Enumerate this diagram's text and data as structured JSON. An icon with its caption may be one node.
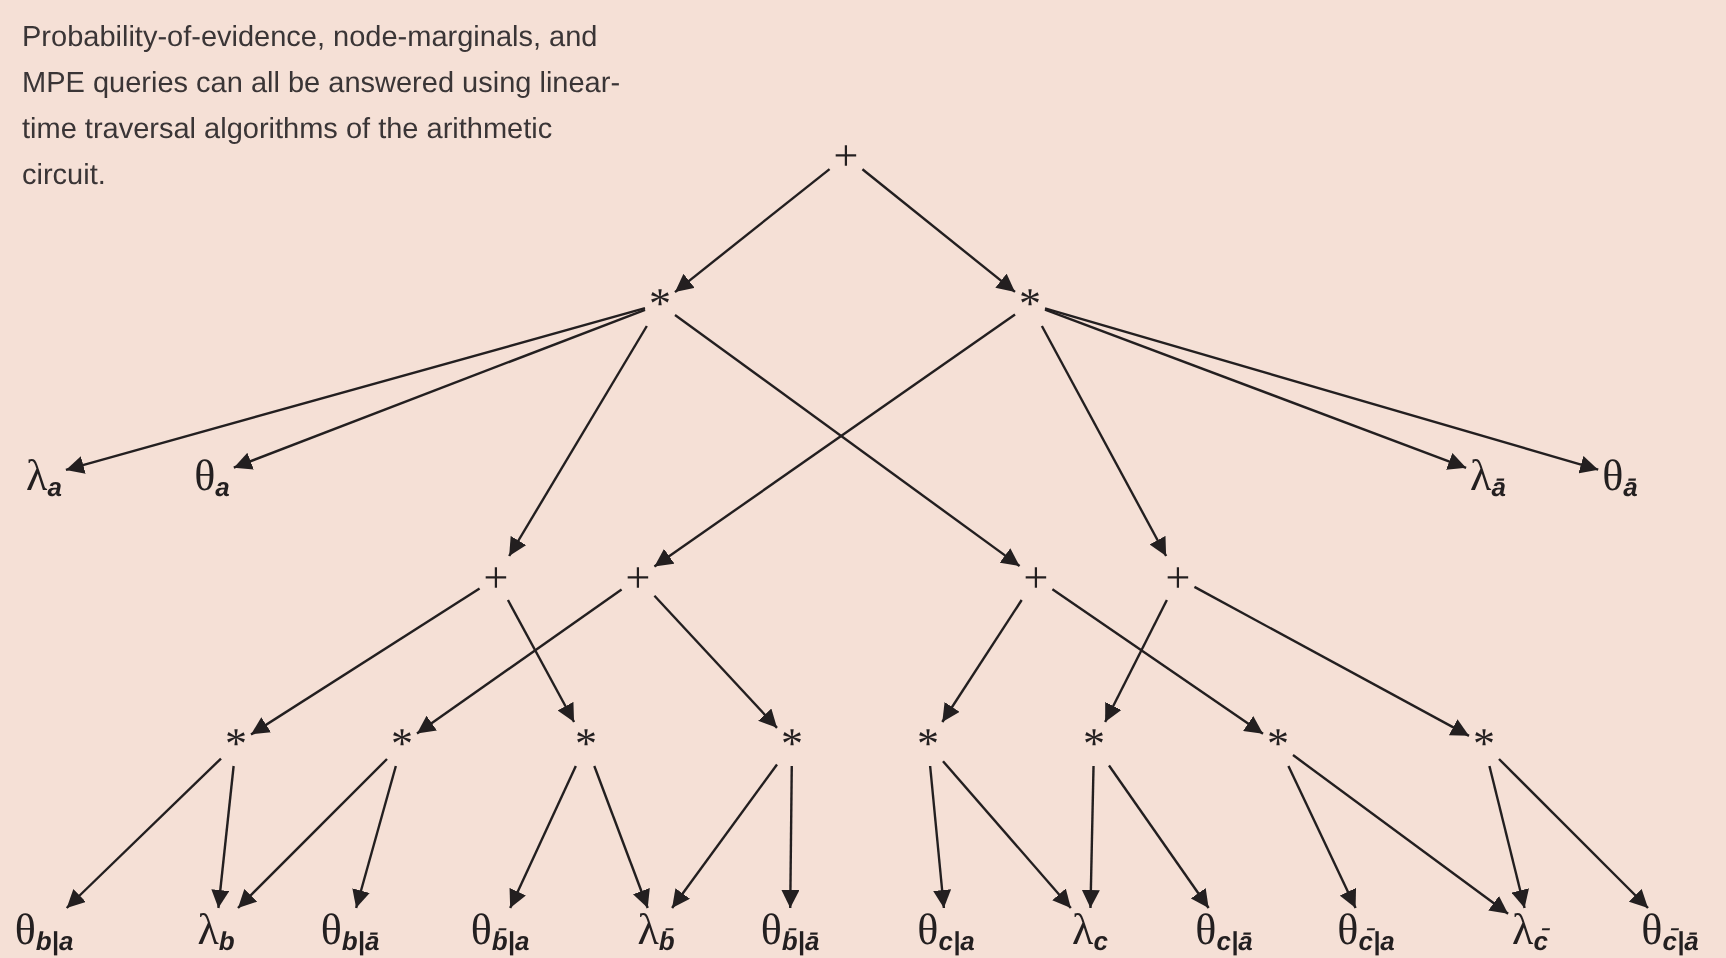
{
  "diagram": {
    "nodes": [
      {
        "text": [
          "+"
        ]
      },
      {
        "text": [
          "*"
        ]
      },
      {
        "text": [
          "*"
        ]
      },
      {
        "text": [
          "λ$_{a}$"
        ]
      },
      {
        "text": [
          "θ$_{a}$"
        ]
      },
      {
        "text": [
          "λ$_{ā}$"
        ]
      },
      {
        "text": [
          "θ$_{ā}$"
        ]
      },
      {
        "text": [
          "+"
        ]
      },
      {
        "text": [
          "+"
        ]
      },
      {
        "text": [
          "+"
        ]
      },
      {
        "text": [
          "+"
        ]
      },
      {
        "text": [
          "*"
        ]
      },
      {
        "text": [
          "*"
        ]
      },
      {
        "text": [
          "*"
        ]
      },
      {
        "text": [
          "*"
        ]
      },
      {
        "text": [
          "*"
        ]
      },
      {
        "text": [
          "*"
        ]
      },
      {
        "text": [
          "*"
        ]
      },
      {
        "text": [
          "*"
        ]
      },
      {
        "text": [
          "θ$_{b|a}$"
        ]
      },
      {
        "text": [
          "λ$_{b}$"
        ]
      },
      {
        "text": [
          "θ$_{b|ā}$"
        ]
      },
      {
        "text": [
          "θ$_{b̄|a}$"
        ]
      },
      {
        "text": [
          "λ$_{b̄}$"
        ]
      },
      {
        "text": [
          "θ$_{b̄|ā}$"
        ]
      },
      {
        "text": [
          "θ$_{c|a}$"
        ]
      },
      {
        "text": [
          "λ$_{c}$"
        ]
      },
      {
        "text": [
          "θ$_{c|ā}$"
        ]
      },
      {
        "text": [
          "θ$_{c̄|a}$"
        ]
      },
      {
        "text": [
          "λ$_{c̄}$"
        ]
      },
      {
        "text": [
          "θ$_{c̄|ā}$"
        ]
      }
    ],
    "edges": [
      {
        "from": 0,
        "to": 1,
        "arrow": "to"
      },
      {
        "from": 0,
        "to": 2,
        "arrow": "to"
      },
      {
        "from": 1,
        "to": 3,
        "arrow": "to"
      },
      {
        "from": 1,
        "to": 4,
        "arrow": "to"
      },
      {
        "from": 1,
        "to": 7,
        "arrow": "to"
      },
      {
        "from": 1,
        "to": 9,
        "arrow": "to"
      },
      {
        "from": 2,
        "to": 8,
        "arrow": "to"
      },
      {
        "from": 2,
        "to": 10,
        "arrow": "to"
      },
      {
        "from": 2,
        "to": 5,
        "arrow": "to"
      },
      {
        "from": 2,
        "to": 6,
        "arrow": "to"
      },
      {
        "from": 7,
        "to": 11,
        "arrow": "to"
      },
      {
        "from": 7,
        "to": 13,
        "arrow": "to"
      },
      {
        "from": 8,
        "to": 12,
        "arrow": "to"
      },
      {
        "from": 8,
        "to": 14,
        "arrow": "to"
      },
      {
        "from": 9,
        "to": 15,
        "arrow": "to"
      },
      {
        "from": 9,
        "to": 17,
        "arrow": "to"
      },
      {
        "from": 10,
        "to": 16,
        "arrow": "to"
      },
      {
        "from": 10,
        "to": 18,
        "arrow": "to"
      },
      {
        "from": 11,
        "to": 19,
        "arrow": "to"
      },
      {
        "from": 11,
        "to": 20,
        "arrow": "to"
      },
      {
        "from": 12,
        "to": 20,
        "arrow": "to"
      },
      {
        "from": 12,
        "to": 21,
        "arrow": "to"
      },
      {
        "from": 13,
        "to": 22,
        "arrow": "to"
      },
      {
        "from": 13,
        "to": 23,
        "arrow": "to"
      },
      {
        "from": 14,
        "to": 23,
        "arrow": "to"
      },
      {
        "from": 14,
        "to": 24,
        "arrow": "to"
      },
      {
        "from": 15,
        "to": 25,
        "arrow": "to"
      },
      {
        "from": 15,
        "to": 26,
        "arrow": "to"
      },
      {
        "from": 16,
        "to": 26,
        "arrow": "to"
      },
      {
        "from": 16,
        "to": 27,
        "arrow": "to"
      },
      {
        "from": 17,
        "to": 28,
        "arrow": "to"
      },
      {
        "from": 17,
        "to": 29,
        "arrow": "to"
      },
      {
        "from": 18,
        "to": 29,
        "arrow": "to"
      },
      {
        "from": 18,
        "to": 30,
        "arrow": "to"
      }
    ],
    "labels": [
      "Probability-of-evidence, node-marginals, and MPE queries can all be answered using linear-time traversal algorithms of the arithmetic circuit."
    ]
  }
}
